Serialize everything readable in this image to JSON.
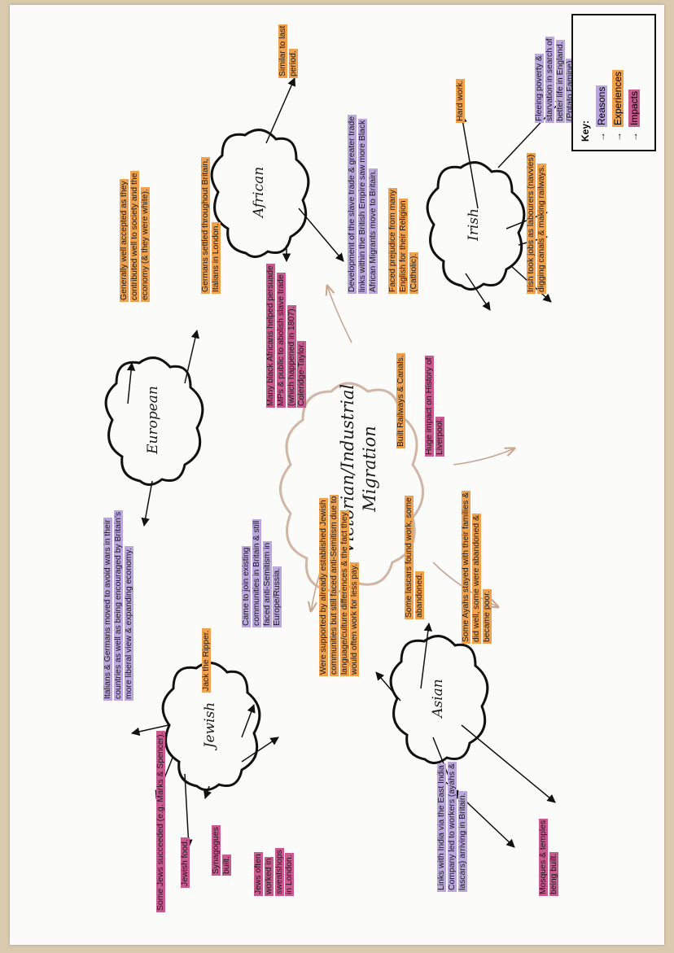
{
  "diagram": {
    "title": "Victorian/Industrial Migration",
    "title_line1": "Victorian/Industrial",
    "title_line2": "Migration",
    "groups": {
      "irish": "Irish",
      "african": "African",
      "european": "European",
      "jewish": "Jewish",
      "asian": "Asian"
    },
    "key": {
      "title": "Key:",
      "items": [
        {
          "label": "Reasons",
          "color": "#b9a7de"
        },
        {
          "label": "Experiences",
          "color": "#f0a14d"
        },
        {
          "label": "Impacts",
          "color": "#c85a8f"
        }
      ]
    },
    "notes": {
      "irish_reason": "Fleeing poverty & starvation in search of better life in England. (Potato Famine)",
      "irish_hard_work": "Hard work.",
      "irish_prejudice": "Faced prejudice from many English for their Religion (Catholic).",
      "irish_labourers": "Irish took jobs as labourers (navvies) digging canals & making railways.",
      "irish_railways": "Built Railways & Canals.",
      "irish_liverpool": "Huge impact on History of Liverpool.",
      "african_similar": "Similar to last period.",
      "african_reason": "Development of the slave trade & greater trade links within the British Empire saw more Black African Migrants move to Britain.",
      "african_impact": "Many black Africans helped persuade MPs & public to abolish slave trade (which happened in 1807). Coleridge-Taylor.",
      "european_settled": "Germans settled throughout Britain, Italians in London.",
      "european_accepted": "Generally well accepted as they contributed well to society and the economy (& they were white).",
      "european_reason": "Italians & Germans moved to avoid wars in their countries as well as being encouraged by Britain's more liberal view & expanding economy.",
      "jewish_reason": "Came to join existing communities in Britain & still faced anti-Semitism in Europe/Russia.",
      "jewish_ripper": "Jack the Ripper.",
      "jewish_supported": "Were supported by already established Jewish communities but still faced anti-Semitism due to language/culture differences & the fact they would often work for less pay.",
      "jewish_succeeded": "Some Jews succeeded (e.g. Marks & Spencer).",
      "jewish_sweatshops": "Jews often worked in sweatshops in London.",
      "jewish_synagogues": "Synagogues built.",
      "jewish_food": "Jewish food.",
      "asian_lascars": "Some lascars found work, some abandoned.",
      "asian_ayahs": "Some Ayahs stayed with their families & did well, some were abandoned & became poor.",
      "asian_reason": "Links with India via the East India Company led to workers (ayahs & lascars) arriving in Britain.",
      "asian_mosques": "Mosques & temples being built."
    }
  }
}
